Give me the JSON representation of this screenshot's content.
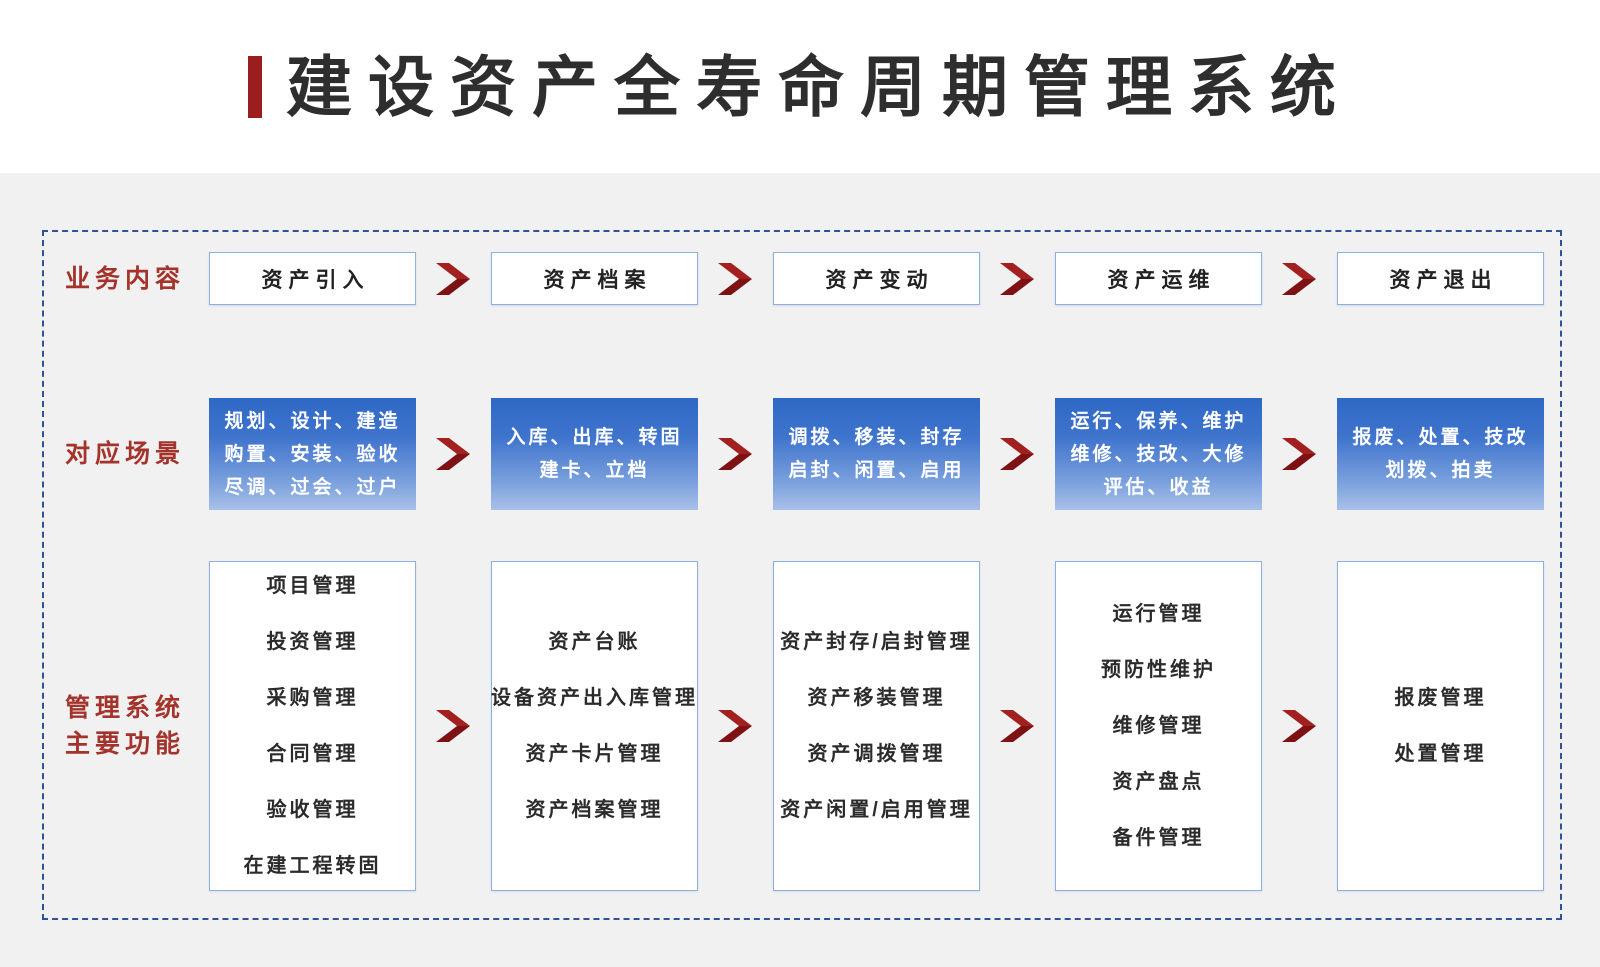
{
  "title": "建设资产全寿命周期管理系统",
  "row_labels": {
    "business": "业务内容",
    "scenario": "对应场景",
    "functions_line1": "管理系统",
    "functions_line2": "主要功能"
  },
  "columns": [
    {
      "stage": "资产引入",
      "scenario_lines": [
        "规划、设计、建造",
        "购置、安装、验收",
        "尽调、过会、过户"
      ],
      "functions": [
        "项目管理",
        "投资管理",
        "采购管理",
        "合同管理",
        "验收管理",
        "在建工程转固"
      ]
    },
    {
      "stage": "资产档案",
      "scenario_lines": [
        "入库、出库、转固",
        "建卡、立档"
      ],
      "functions": [
        "资产台账",
        "设备资产出入库管理",
        "资产卡片管理",
        "资产档案管理"
      ]
    },
    {
      "stage": "资产变动",
      "scenario_lines": [
        "调拨、移装、封存",
        "启封、闲置、启用"
      ],
      "functions": [
        "资产封存/启封管理",
        "资产移装管理",
        "资产调拨管理",
        "资产闲置/启用管理"
      ]
    },
    {
      "stage": "资产运维",
      "scenario_lines": [
        "运行、保养、维护",
        "维修、技改、大修",
        "评估、收益"
      ],
      "functions": [
        "运行管理",
        "预防性维护",
        "维修管理",
        "资产盘点",
        "备件管理"
      ]
    },
    {
      "stage": "资产退出",
      "scenario_lines": [
        "报废、处置、技改",
        "划拨、拍卖"
      ],
      "functions": [
        "报废管理",
        "处置管理"
      ]
    }
  ],
  "icons": {
    "flow_arrow": "chevron-right-icon"
  },
  "colors": {
    "background": "#F1F1F2",
    "header_background": "#FFFFFF",
    "title_text": "#2E2E2E",
    "title_accent_red": "#9A1E1E",
    "row_label_red": "#A4342B",
    "arrow_red_light": "#A32020",
    "arrow_red_dark": "#7D1113",
    "frame_dash_blue": "#2F5496",
    "box_border_blue": "#8FB0DE",
    "scenario_gradient_top": "#2E68C5",
    "scenario_gradient_bottom": "#A9C0E9",
    "function_text": "#2B2B2B"
  }
}
